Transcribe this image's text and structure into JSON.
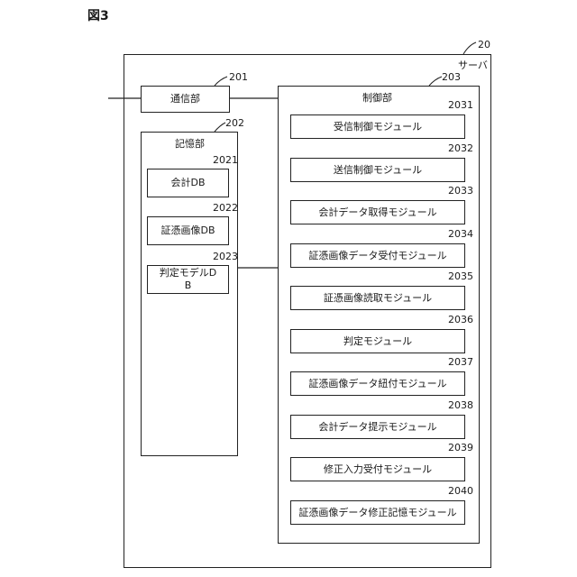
{
  "figure_label": "図3",
  "server": {
    "ref": "20",
    "label": "サーバ"
  },
  "comm": {
    "ref": "201",
    "label": "通信部"
  },
  "storage": {
    "ref": "202",
    "label": "記憶部",
    "dbs": [
      {
        "ref": "2021",
        "label": "会計DB"
      },
      {
        "ref": "2022",
        "label": "証憑画像DB"
      },
      {
        "ref": "2023",
        "label": "判定モデルDB"
      }
    ]
  },
  "control": {
    "ref": "203",
    "label": "制御部",
    "modules": [
      {
        "ref": "2031",
        "label": "受信制御モジュール"
      },
      {
        "ref": "2032",
        "label": "送信制御モジュール"
      },
      {
        "ref": "2033",
        "label": "会計データ取得モジュール"
      },
      {
        "ref": "2034",
        "label": "証憑画像データ受付モジュール"
      },
      {
        "ref": "2035",
        "label": "証憑画像読取モジュール"
      },
      {
        "ref": "2036",
        "label": "判定モジュール"
      },
      {
        "ref": "2037",
        "label": "証憑画像データ紐付モジュール"
      },
      {
        "ref": "2038",
        "label": "会計データ提示モジュール"
      },
      {
        "ref": "2039",
        "label": "修正入力受付モジュール"
      },
      {
        "ref": "2040",
        "label": "証憑画像データ修正記憶モジュール"
      }
    ]
  }
}
